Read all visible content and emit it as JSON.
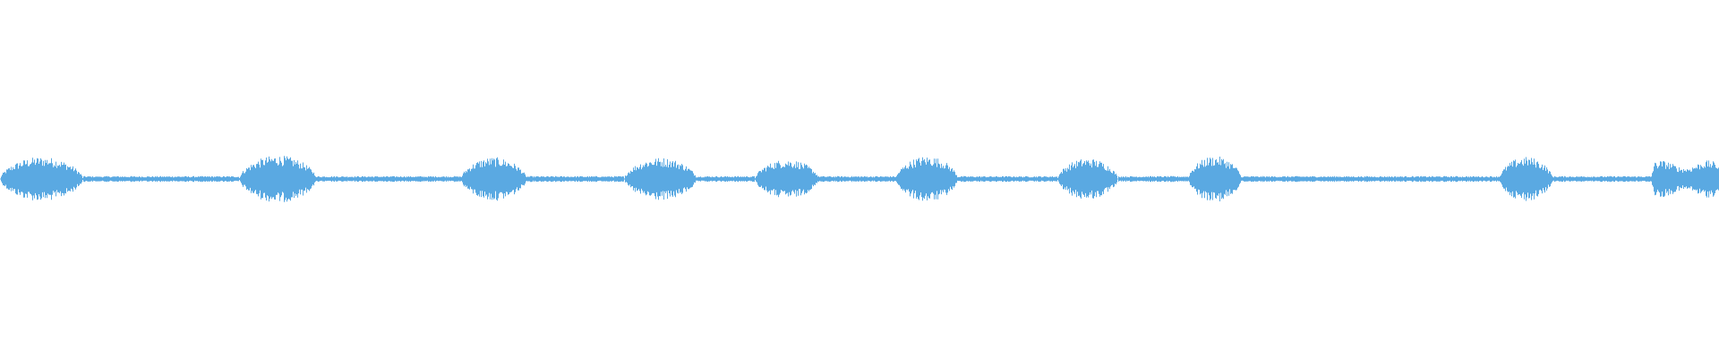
{
  "waveform": {
    "color": "#5aa9e2",
    "background": "#ffffff",
    "duration_fraction_segments": [
      {
        "start": 0.0,
        "end": 0.048,
        "level": 0.62,
        "shape": "burst"
      },
      {
        "start": 0.139,
        "end": 0.184,
        "level": 0.66,
        "shape": "burst"
      },
      {
        "start": 0.268,
        "end": 0.306,
        "level": 0.61,
        "shape": "burst"
      },
      {
        "start": 0.363,
        "end": 0.405,
        "level": 0.6,
        "shape": "burst"
      },
      {
        "start": 0.439,
        "end": 0.476,
        "level": 0.55,
        "shape": "burst"
      },
      {
        "start": 0.521,
        "end": 0.557,
        "level": 0.64,
        "shape": "burst"
      },
      {
        "start": 0.615,
        "end": 0.65,
        "level": 0.58,
        "shape": "burst"
      },
      {
        "start": 0.691,
        "end": 0.722,
        "level": 0.64,
        "shape": "burst"
      },
      {
        "start": 0.872,
        "end": 0.903,
        "level": 0.62,
        "shape": "burst"
      },
      {
        "start": 0.96,
        "end": 1.0,
        "level": 0.52,
        "shape": "flat"
      }
    ],
    "quiet_level": 0.08
  }
}
